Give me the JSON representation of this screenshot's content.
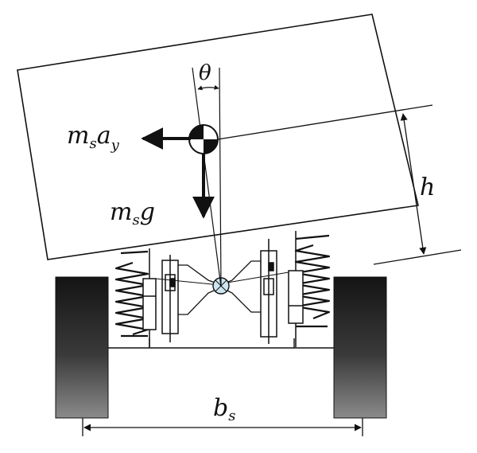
{
  "labels": {
    "theta": "θ",
    "lateral_force_m": "m",
    "lateral_force_s": "s",
    "lateral_force_a": "a",
    "lateral_force_y": "y",
    "weight_m": "m",
    "weight_s": "s",
    "weight_g": "g",
    "height": "h",
    "track_b": "b",
    "track_s": "s"
  },
  "colors": {
    "line": "#111111",
    "wheel_dark": "#1a1a1a",
    "wheel_light": "#6e6e6e",
    "roll_center": "#cde6ef"
  }
}
